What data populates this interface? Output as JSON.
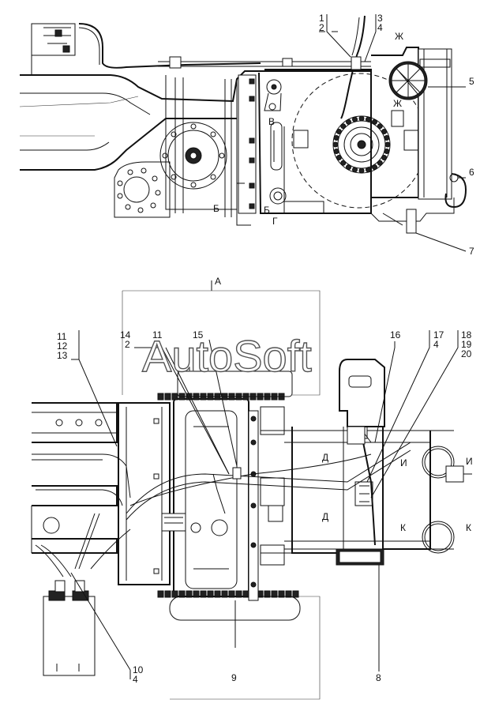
{
  "watermark": "AutoSoft",
  "view_a_label": "А",
  "callouts": {
    "c1": "1",
    "c2": "2",
    "c3": "3",
    "c4": "4",
    "c5": "5",
    "c6": "6",
    "c7": "7",
    "c8": "8",
    "c9": "9",
    "c10": "10",
    "c11": "11",
    "c12": "12",
    "c13": "13",
    "c14": "14",
    "c15": "15",
    "c16": "16",
    "c17": "17",
    "c18": "18",
    "c19": "19",
    "c20": "20"
  },
  "section_marks": {
    "zh": "Ж",
    "b": "Б",
    "v": "В",
    "g": "Г",
    "d": "Д",
    "i": "И",
    "k": "К"
  }
}
